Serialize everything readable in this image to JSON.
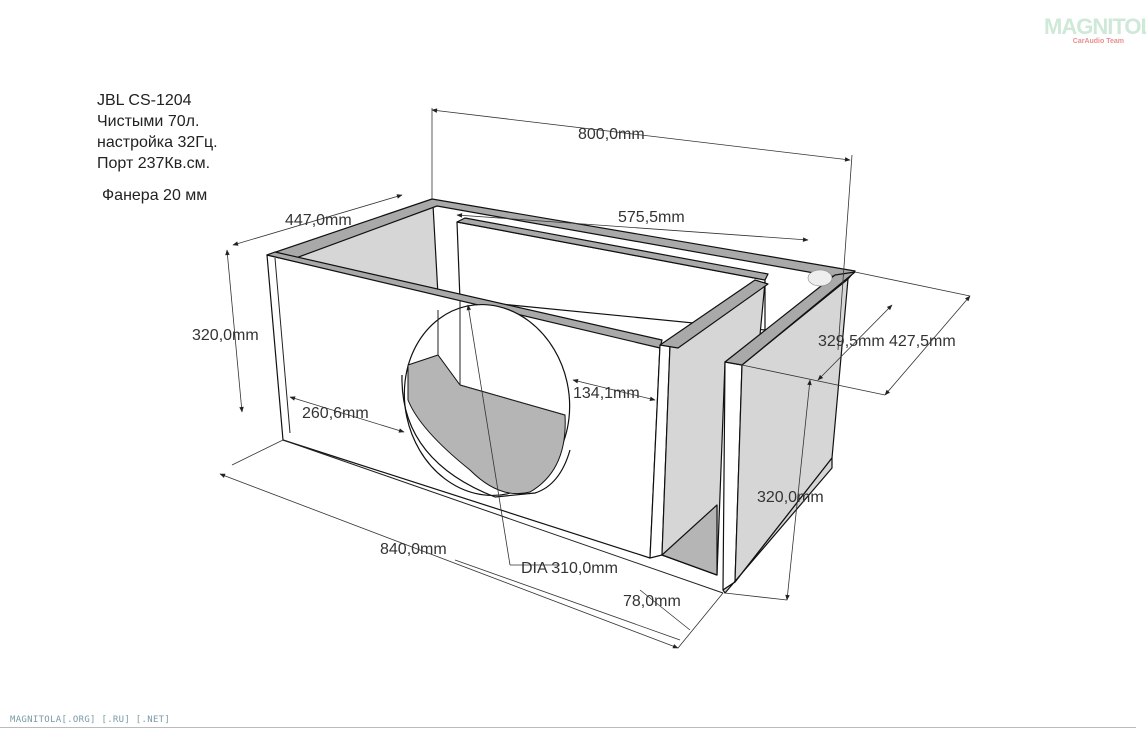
{
  "notes": {
    "model": "JBL CS-1204",
    "volume": "Чистыми 70л.",
    "tuning": "настройка 32Гц.",
    "port": "Порт 237Кв.см.",
    "material": "Фанера 20 мм"
  },
  "dimensions": {
    "overall_width_top": "800,0mm",
    "depth_left": "447,0mm",
    "inner_divider": "575,5mm",
    "height_left": "320,0mm",
    "port_depth_inner": "329,5mm",
    "port_depth_outer": "427,5mm",
    "hole_left_offset": "260,6mm",
    "hole_right_offset": "134,1mm",
    "height_right": "320,0mm",
    "overall_width_bottom": "840,0mm",
    "hole_diameter": "DIA 310,0mm",
    "port_width": "78,0mm"
  },
  "logo": {
    "name": "MAGNITOLA",
    "tagline": "CarAudio Team"
  },
  "footer": "MAGNITOLA[.ORG] [.RU] [.NET]",
  "colors": {
    "panel_face": "#d6d6d6",
    "panel_edge": "#a9a9a9",
    "hole_interior": "#b5b5b5",
    "white": "#ffffff"
  }
}
